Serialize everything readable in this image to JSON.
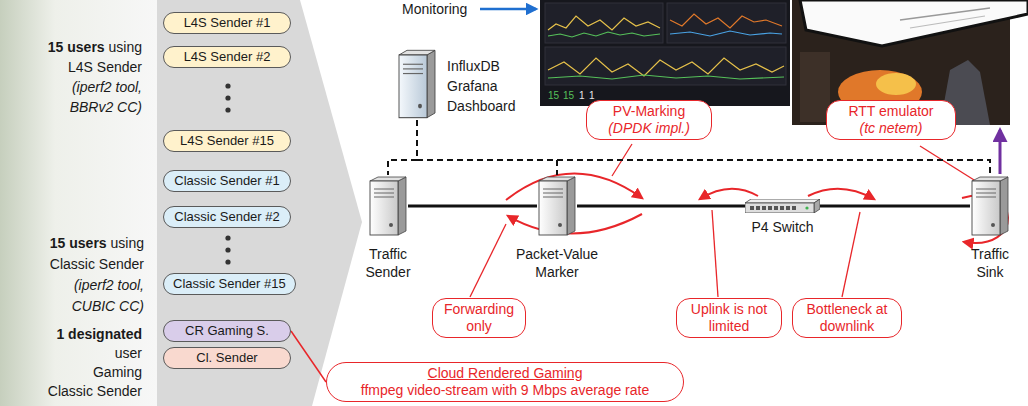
{
  "diagram": {
    "nodes": [
      {
        "text": [
          "L4S Sender #1"
        ]
      },
      {
        "text": [
          "L4S Sender #2"
        ]
      },
      {
        "text": [
          "L4S Sender #15"
        ]
      },
      {
        "text": [
          "Classic Sender #1"
        ]
      },
      {
        "text": [
          "Classic Sender #2"
        ]
      },
      {
        "text": [
          "Classic Sender #15"
        ]
      },
      {
        "text": [
          "CR Gaming S."
        ]
      },
      {
        "text": [
          "Cl. Sender"
        ]
      },
      {
        "text": [
          "InfluxDB Grafana Dashboard"
        ]
      },
      {
        "text": [
          "Traffic Sender"
        ]
      },
      {
        "text": [
          "Packet-Value Marker"
        ]
      },
      {
        "text": [
          "P4 Switch"
        ]
      },
      {
        "text": [
          "Traffic Sink"
        ]
      },
      {
        "text": [
          "PV-Marking",
          "(DPDK impl.)"
        ]
      },
      {
        "text": [
          "RTT emulator",
          "(tc netem)"
        ]
      },
      {
        "text": [
          "Forwarding only"
        ]
      },
      {
        "text": [
          "Uplink is not limited"
        ]
      },
      {
        "text": [
          "Bottleneck at downlink"
        ]
      },
      {
        "text": [
          "Cloud Rendered Gaming",
          "ffmpeg video-stream with 9 Mbps average rate"
        ]
      }
    ],
    "edges": [
      {
        "from": 9,
        "to": 10,
        "arrow": "none"
      },
      {
        "from": 10,
        "to": 11,
        "arrow": "none"
      },
      {
        "from": 11,
        "to": 12,
        "arrow": "none"
      },
      {
        "from": 8,
        "to": 9,
        "arrow": "none"
      },
      {
        "from": 8,
        "to": 10,
        "arrow": "none"
      },
      {
        "from": 8,
        "to": 12,
        "arrow": "none"
      },
      {
        "from": 6,
        "to": 18,
        "arrow": "none"
      }
    ],
    "labels": [
      "15 users",
      "using L4S Sender",
      "(iperf2 tool, BBRv2 CC)",
      "15 users",
      "using Classic Sender",
      "(iperf2 tool, CUBIC CC)",
      "1 designated",
      "user",
      "Gaming Classic Sender",
      "Monitoring",
      "15",
      "15",
      "1",
      "1"
    ]
  }
}
